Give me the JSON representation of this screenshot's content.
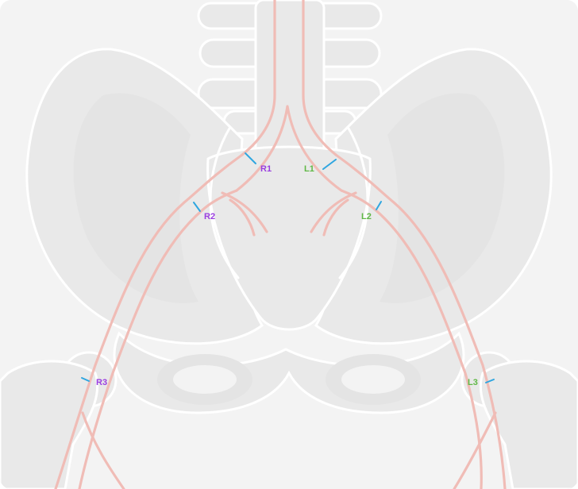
{
  "labels": {
    "r1": "R1",
    "l1": "L1",
    "r2": "R2",
    "l2": "L2",
    "r3": "R3",
    "l3": "L3"
  },
  "colors": {
    "background": "#f3f3f3",
    "bone": "#e9e9e9",
    "vessel": "#f0bcb6",
    "marker": "#2fa6e0",
    "right_label": "#9a3ee0",
    "left_label": "#5fb845"
  },
  "icons": [
    "pelvis-skeleton",
    "aorta-iliac-arteries"
  ]
}
